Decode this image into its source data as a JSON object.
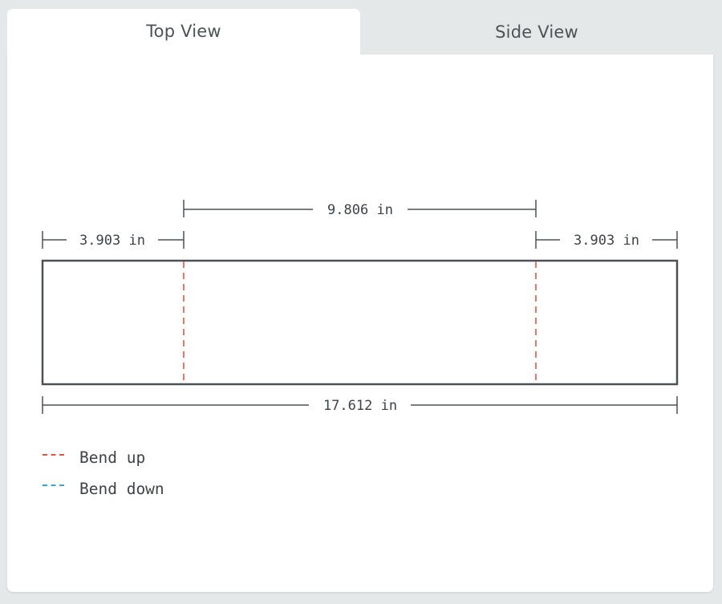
{
  "tabs": [
    {
      "label": "Top View",
      "active": true
    },
    {
      "label": "Side View",
      "active": false
    }
  ],
  "dimensions": {
    "center_flap": "9.806 in",
    "left_flap": "3.903 in",
    "right_flap": "3.903 in",
    "overall_length": "17.612 in"
  },
  "legend": {
    "bend_up": {
      "label": "Bend up",
      "color": "#e2583e"
    },
    "bend_down": {
      "label": "Bend down",
      "color": "#3aa3d6"
    }
  },
  "colors": {
    "outline": "#4a5256",
    "dimension_line": "#4a5256",
    "panel_background": "#ffffff",
    "page_background": "#e5e8e9"
  }
}
